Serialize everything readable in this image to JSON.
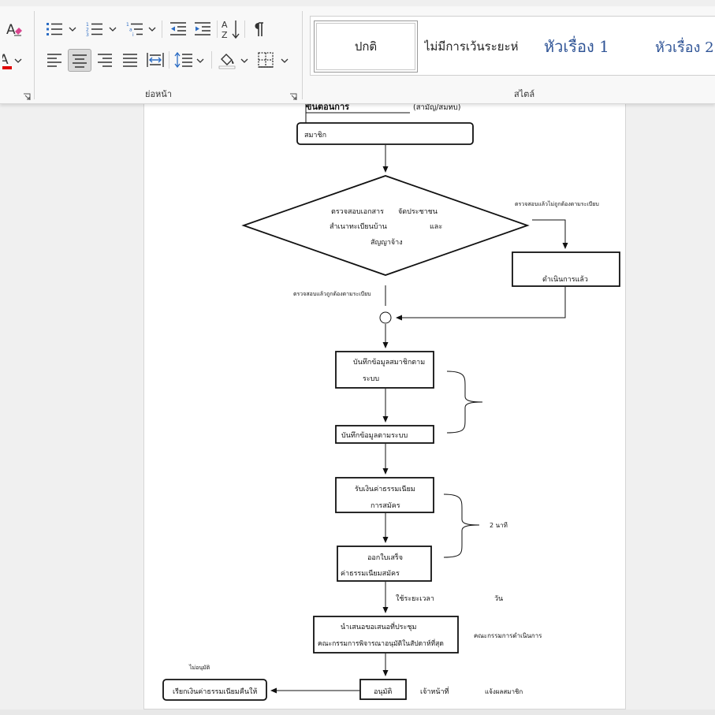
{
  "ribbon": {
    "paragraph_group_label": "ย่อหน้า",
    "styles_group_label": "สไตล์",
    "styles": {
      "normal": "ปกติ",
      "no_spacing": "ไม่มีการเว้นระยะห่",
      "heading1": "หัวเรื่อง 1",
      "heading2": "หัวเรื่อง 2"
    }
  },
  "document": {
    "heading_bold": "ขั้นตอนการ",
    "heading_suffix": "(สามัญ/สมทบ)",
    "box1": "สมาชิก",
    "diamond_line1": "ตรวจสอบเอกสาร",
    "diamond_line1b": "จัดประชาชน",
    "diamond_line2": "สำเนาทะเบียนบ้าน",
    "diamond_line2b": "และ",
    "diamond_line3": "สัญญาจ้าง",
    "label_incorrect": "ตรวจสอบแล้วไม่ถูกต้องตามระเบียบ",
    "side_box_line2": "ดำเนินการแล้ว",
    "label_correct": "ตรวจสอบแล้วถูกต้องตามระเบียบ",
    "box3_line1": "บันทึกข้อมูลสมาชิกตาม",
    "box3_line2": "ระบบ",
    "box4": "บันทึกข้อมูลตามระบบ",
    "box5_line1": "รับเงินค่าธรรมเนียม",
    "box5_line2": "การสมัคร",
    "time_label": "2 นาที",
    "box6_line1": "ออกใบเสร็จ",
    "box6_line2": "ค่าธรรมเนียมสมัคร",
    "arrow_note": "ใช้ระยะเวลา",
    "arrow_note_b": "วัน",
    "box7_line1": "นำเสนอขอเสนอที่ประชุม",
    "box7_line2": "คณะกรรมการพิจารณาอนุมัติในสัปดาห์ที่สุด",
    "committee_note": "คณะกรรมการดำเนินการ",
    "approve_box": "อนุมัติ",
    "officer_note": "เจ้าหน้าที่",
    "officer_note_b": "แจ้งผลสมาชิก",
    "not_approve_label": "ไม่อนุมัติ",
    "reject_box": "เรียกเงินค่าธรรมเนียมคืนให้"
  }
}
